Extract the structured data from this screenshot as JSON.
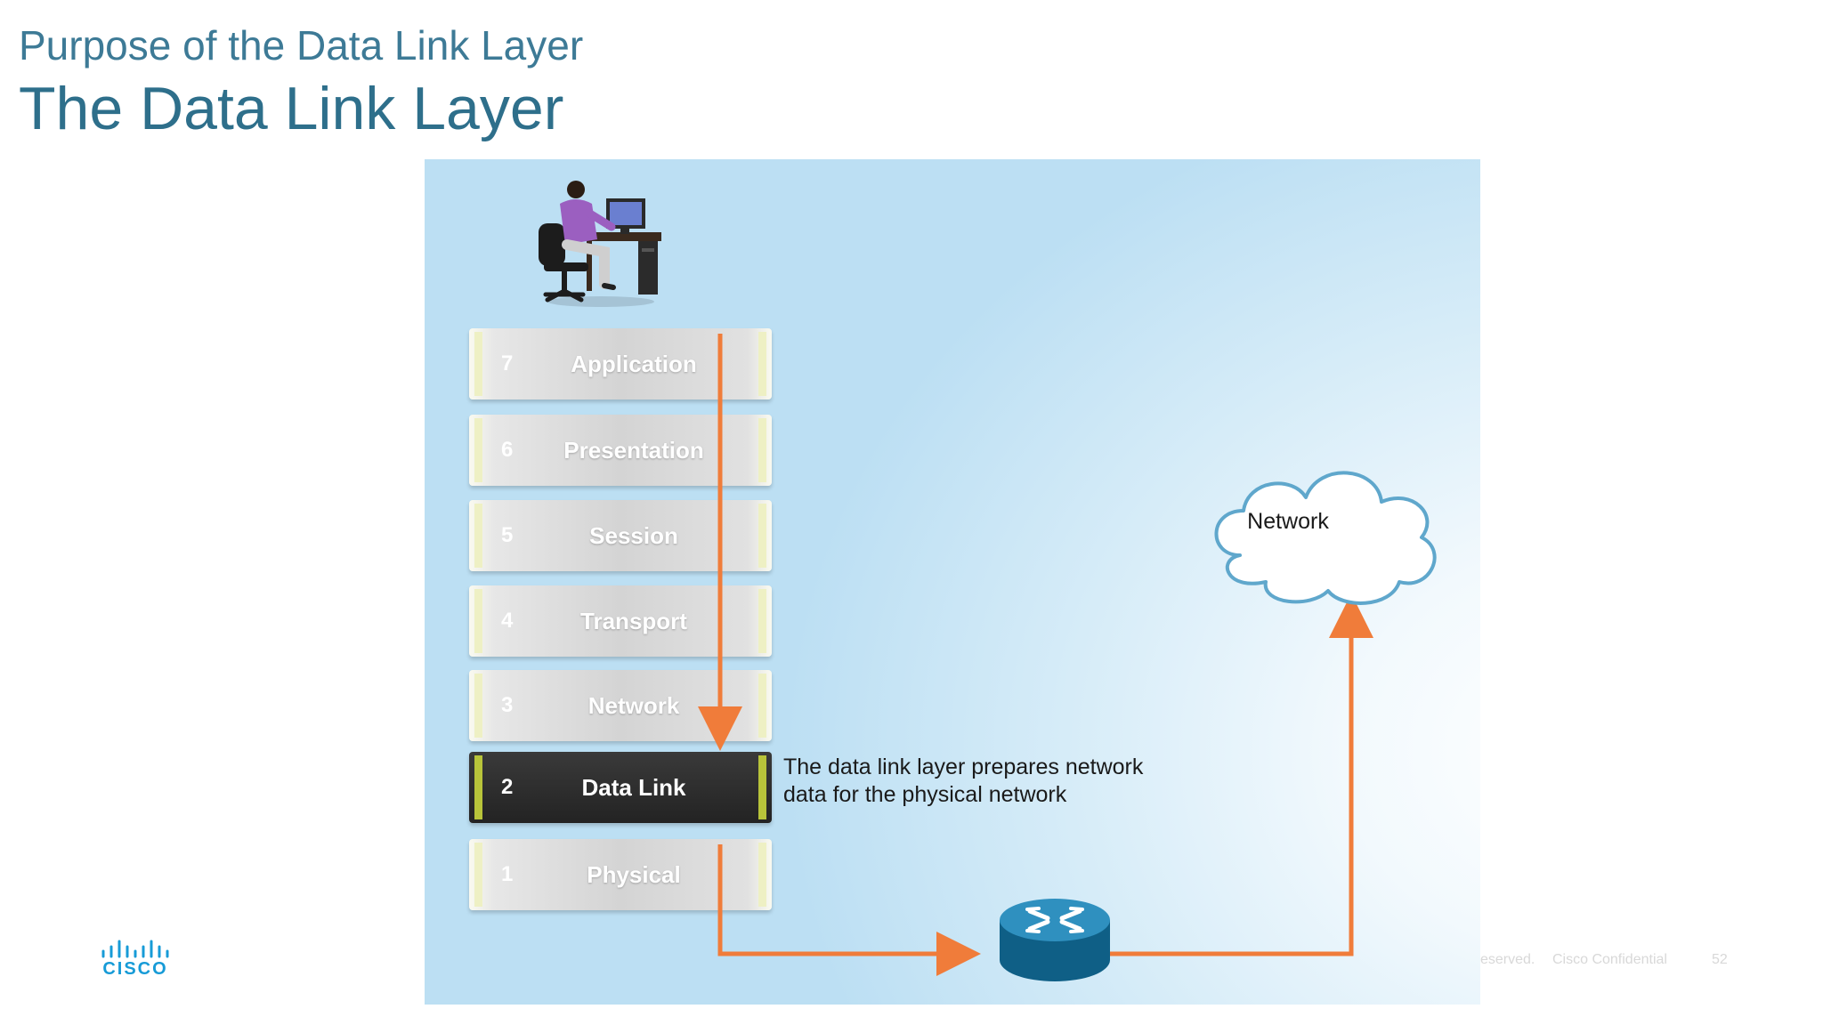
{
  "slide": {
    "subtitle": "Purpose of the Data Link Layer",
    "title": "The Data Link Layer"
  },
  "diagram": {
    "layers": [
      {
        "number": "7",
        "name": "Application"
      },
      {
        "number": "6",
        "name": "Presentation"
      },
      {
        "number": "5",
        "name": "Session"
      },
      {
        "number": "4",
        "name": "Transport"
      },
      {
        "number": "3",
        "name": "Network"
      },
      {
        "number": "2",
        "name": "Data Link",
        "highlighted": true
      },
      {
        "number": "1",
        "name": "Physical"
      }
    ],
    "description_line1": "The data link layer prepares network",
    "description_line2": "data for the physical network",
    "cloud_label": "Network",
    "arrow_color": "#f07c3a",
    "highlight_color": "#b8c43a"
  },
  "footer": {
    "copyright": "eserved.",
    "confidential": "Cisco Confidential",
    "page_number": "52",
    "logo_text": "CISCO"
  },
  "colors": {
    "title": "#2e6f8b",
    "logo": "#179bd7"
  }
}
